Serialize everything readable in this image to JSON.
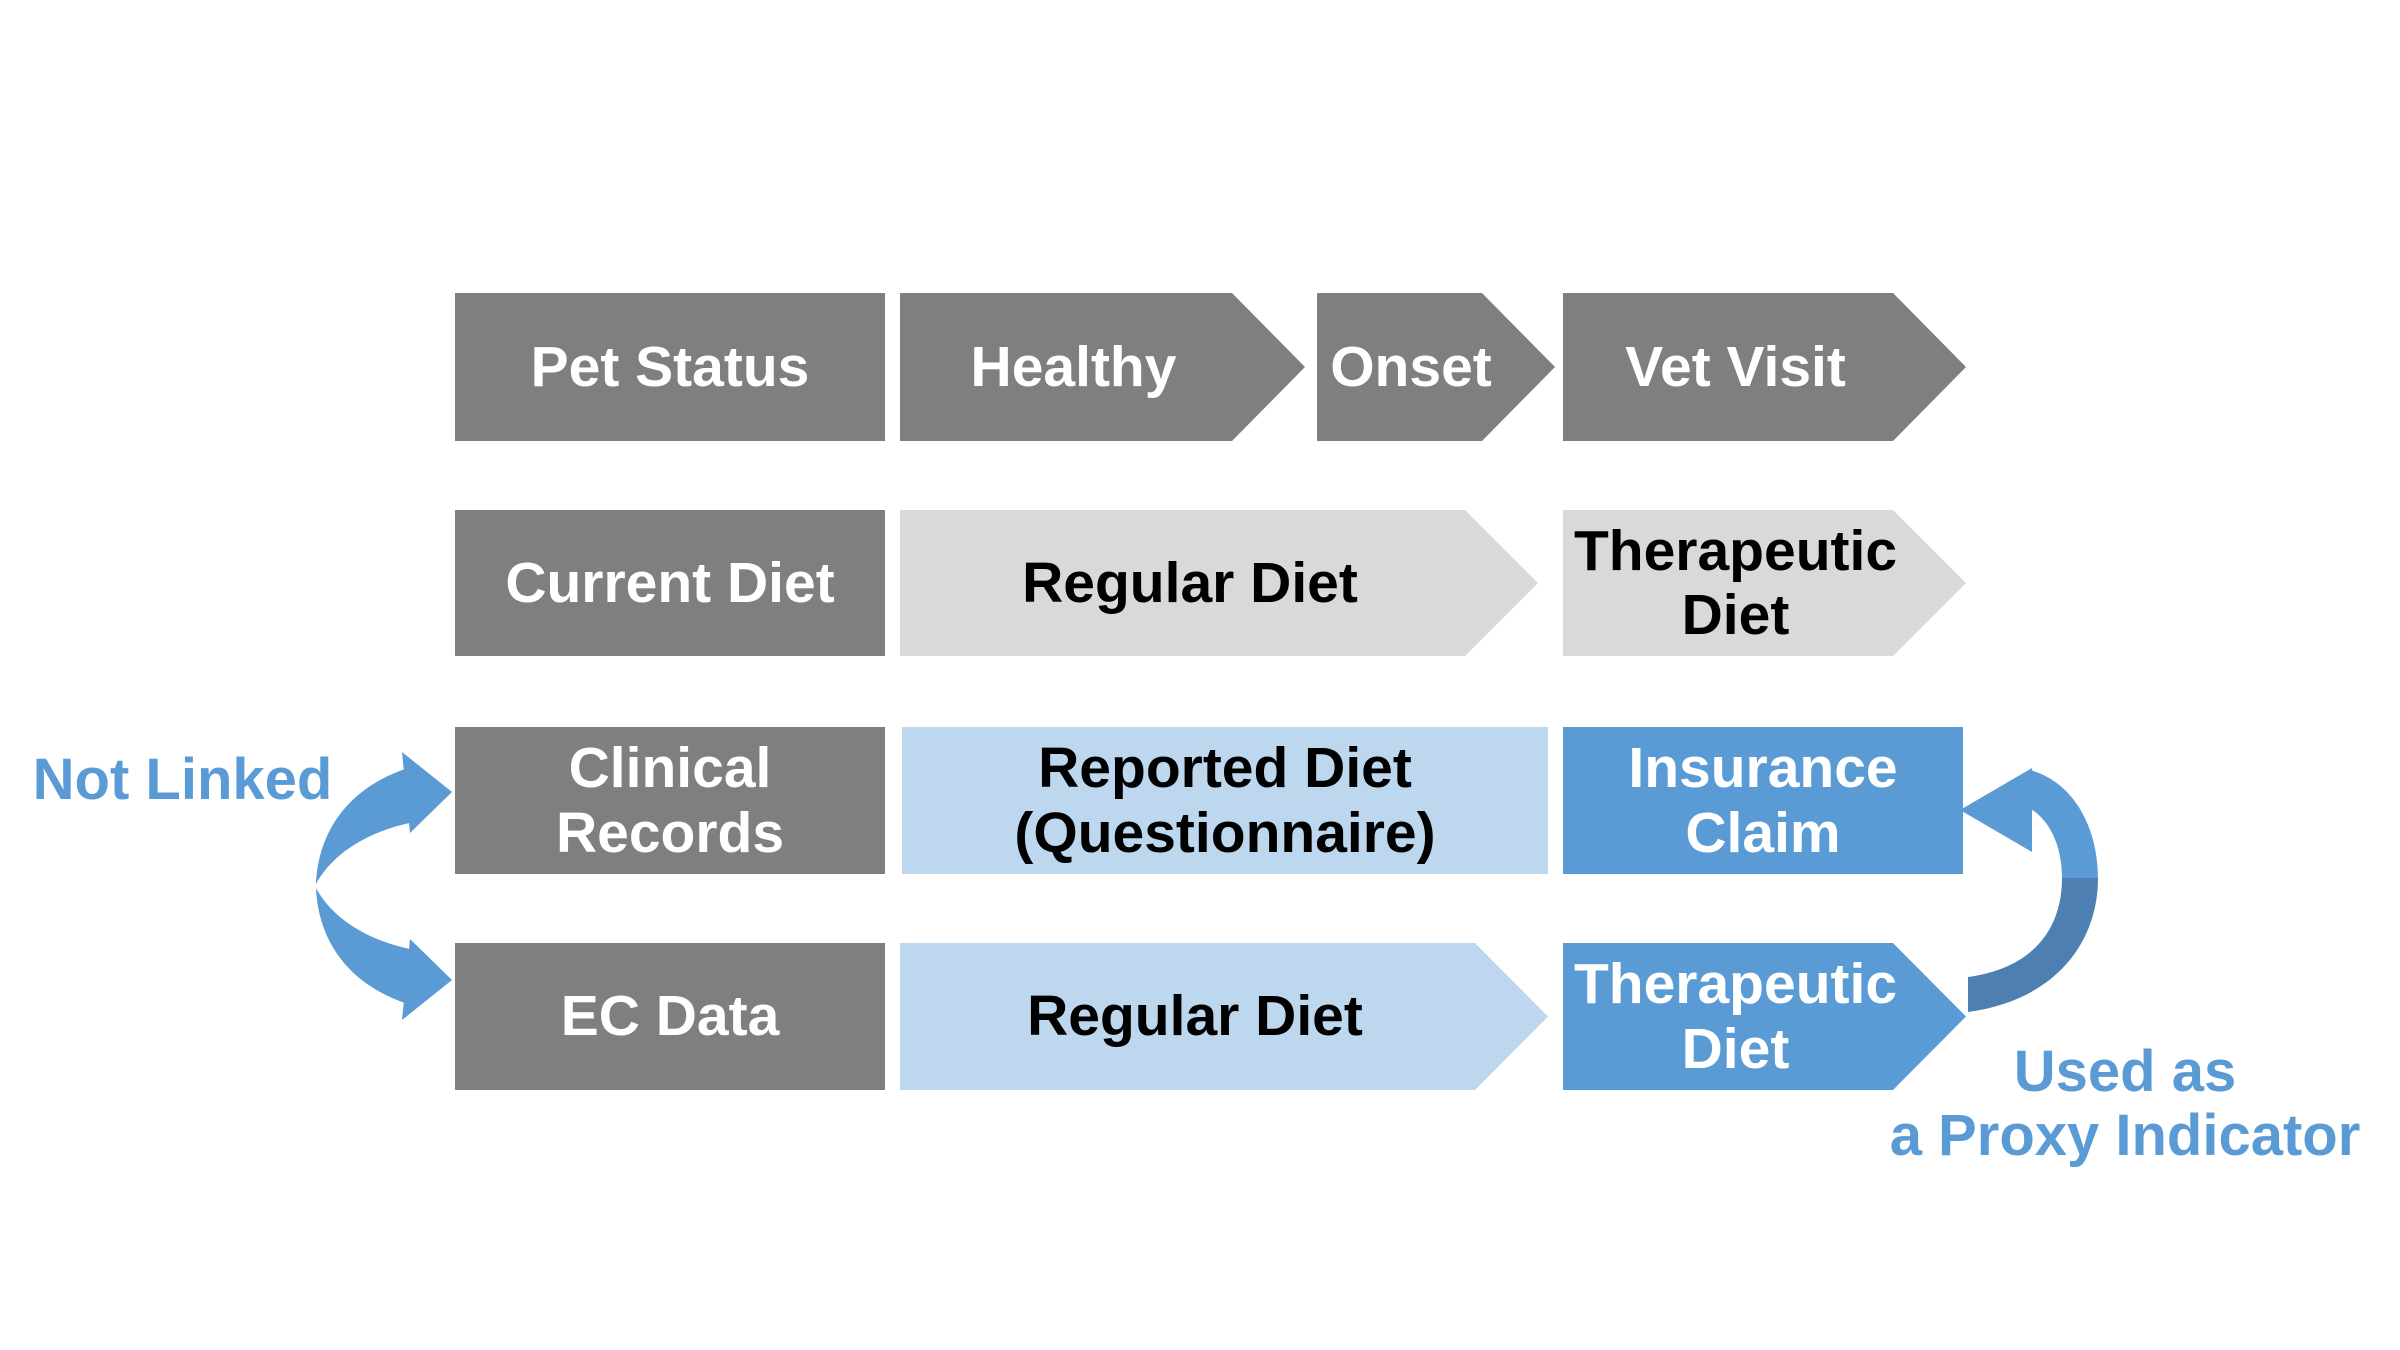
{
  "colors": {
    "background": "#ffffff",
    "gray": "#7f7f7f",
    "light_gray": "#d9d9d9",
    "light_blue": "#bdd7ee",
    "blue": "#5b9bd5",
    "blue_dark": "#4d7fb3",
    "annotation_blue": "#5b9bd5",
    "text_on_dark": "#ffffff",
    "text_on_light": "#000000"
  },
  "diagram": {
    "rows": [
      {
        "name": "pet-status-row",
        "cells": [
          {
            "label": "Pet Status"
          },
          {
            "label": "Healthy"
          },
          {
            "label": "Onset"
          },
          {
            "label": "Vet Visit"
          }
        ]
      },
      {
        "name": "current-diet-row",
        "cells": [
          {
            "label": "Current Diet"
          },
          {
            "label": "Regular Diet"
          },
          {
            "label": "Therapeutic\nDiet"
          }
        ]
      },
      {
        "name": "records-row",
        "cells": [
          {
            "label": "Clinical\nRecords"
          },
          {
            "label": "Reported Diet\n(Questionnaire)"
          },
          {
            "label": "Insurance\nClaim"
          }
        ]
      },
      {
        "name": "ec-data-row",
        "cells": [
          {
            "label": "EC Data"
          },
          {
            "label": "Regular Diet"
          },
          {
            "label": "Therapeutic\nDiet"
          }
        ]
      }
    ],
    "annotations": {
      "not_linked": "Not Linked",
      "used_as_proxy": "Used as\na Proxy Indicator"
    }
  }
}
